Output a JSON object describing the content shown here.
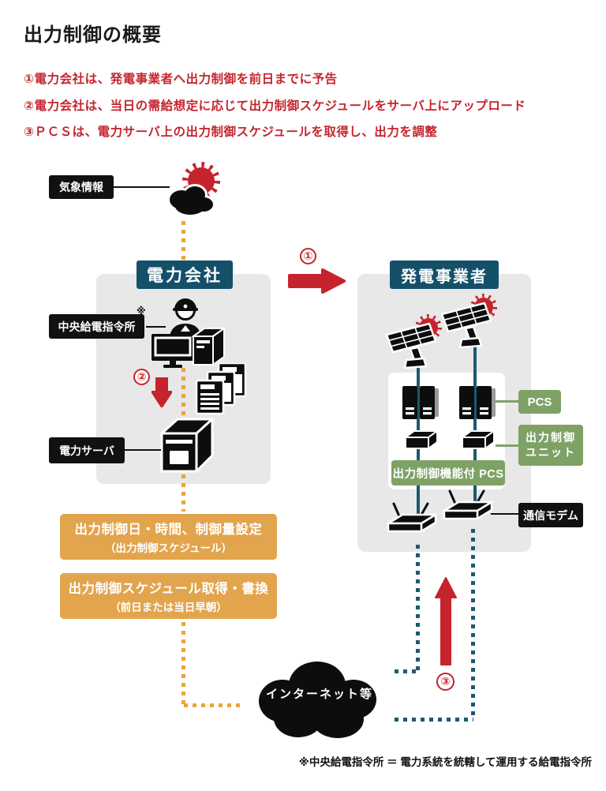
{
  "title": "出力制御の概要",
  "intro": {
    "line1": "①電力会社は、発電事業者へ出力制御を前日までに予告",
    "line2": "②電力会社は、当日の需給想定に応じて出力制御スケジュールをサーバ上にアップロード",
    "line3": "③ＰＣＳは、電力サーバ上の出力制御スケジュールを取得し、出力を調整"
  },
  "labels": {
    "weather": "気象情報",
    "power_company": "電力会社",
    "central_dispatch": "中央給電指令所",
    "central_dispatch_ref": "※",
    "power_server": "電力サーバ",
    "producer": "発電事業者",
    "pcs": "PCS",
    "control_unit_line1": "出力制御",
    "control_unit_line2": "ユニット",
    "pcs_banner": "出力制御機能付 PCS",
    "modem": "通信モデム",
    "internet": "インターネット等"
  },
  "steps": {
    "one": "①",
    "two": "②",
    "three": "③"
  },
  "schedule_boxes": {
    "box1_line1": "出力制御日・時間、制御量設定",
    "box1_line2": "（出力制御スケジュール）",
    "box2_line1": "出力制御スケジュール取得・書換",
    "box2_line2": "（前日または当日早朝）"
  },
  "footnote": "※中央給電指令所 ＝ 電力系統を統轄して運用する給電指令所",
  "colors": {
    "red": "#C5242C",
    "teal_header": "#15506B",
    "teal_line": "#1B5A70",
    "orange_box": "#E2A44C",
    "orange_dot": "#EAA33E",
    "green_label": "#7EA266",
    "gray_panel": "#E8E8E8",
    "black_label": "#111111"
  }
}
